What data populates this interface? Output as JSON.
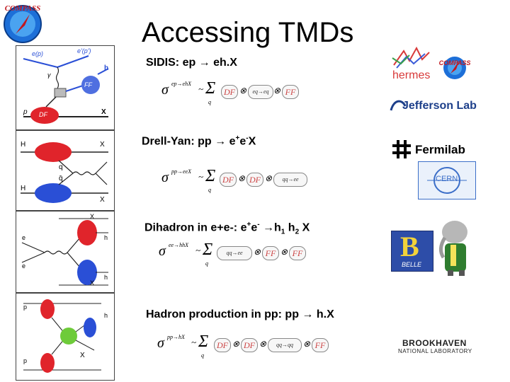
{
  "compass_logo_text": "COMPASS",
  "title": "Accessing TMDs",
  "sections": [
    {
      "label_parts": [
        "SIDIS: ep → eh.X"
      ],
      "formula_lhs": "ep→ehX",
      "terms": [
        "DF",
        "eq→eq",
        "FF"
      ]
    },
    {
      "label_parts": [
        "Drell-Yan: pp → e",
        "+",
        "e",
        "-",
        "X"
      ],
      "formula_lhs": "pp→eeX",
      "terms": [
        "DF",
        "DF",
        "qq→ee"
      ]
    },
    {
      "label_parts": [
        "Dihadron in e+e-: e",
        "+",
        "e",
        "-",
        " →h",
        "1",
        " h",
        "2",
        " X"
      ],
      "formula_lhs": "ee→hhX",
      "terms": [
        "qq→ee",
        "FF",
        "FF"
      ]
    },
    {
      "label_parts": [
        "Hadron production in pp: pp → h.X"
      ],
      "formula_lhs": "pp→hX",
      "terms": [
        "DF",
        "DF",
        "qq→qq",
        "FF"
      ]
    }
  ],
  "logos": {
    "hermes": "hermes",
    "compass_small": "COMPASS",
    "jefferson": "Jefferson Lab",
    "fermilab": "Fermilab",
    "cern": "CERN",
    "belle": "BELLE",
    "brookhaven_top": "BROOKHAVEN",
    "brookhaven_bottom": "NATIONAL LABORATORY"
  },
  "diagram_labels": {
    "sidis": {
      "e_in": "e(p)",
      "e_out": "e'(p')",
      "gamma": "γ",
      "h": "h",
      "p": "p",
      "X": "X",
      "DF": "DF",
      "FF": "FF"
    },
    "dy": {
      "H_a": "H",
      "X_b": "X",
      "q": "q",
      "qbar": "q̄",
      "H_b": "H",
      "X_a": "X"
    },
    "dihadron": {
      "X_top": "X",
      "h_right1": "h",
      "e_plus": "e",
      "e_minus": "e",
      "h_right2": "h",
      "X_bottom": "X"
    },
    "hadron": {
      "p_top": "p",
      "h": "h",
      "p_bottom": "p",
      "X": "X"
    }
  },
  "colors": {
    "red_blob": "#e0242b",
    "blue_blob": "#2a4fd6",
    "green_blob": "#6ecb3a",
    "title": "#000000"
  }
}
